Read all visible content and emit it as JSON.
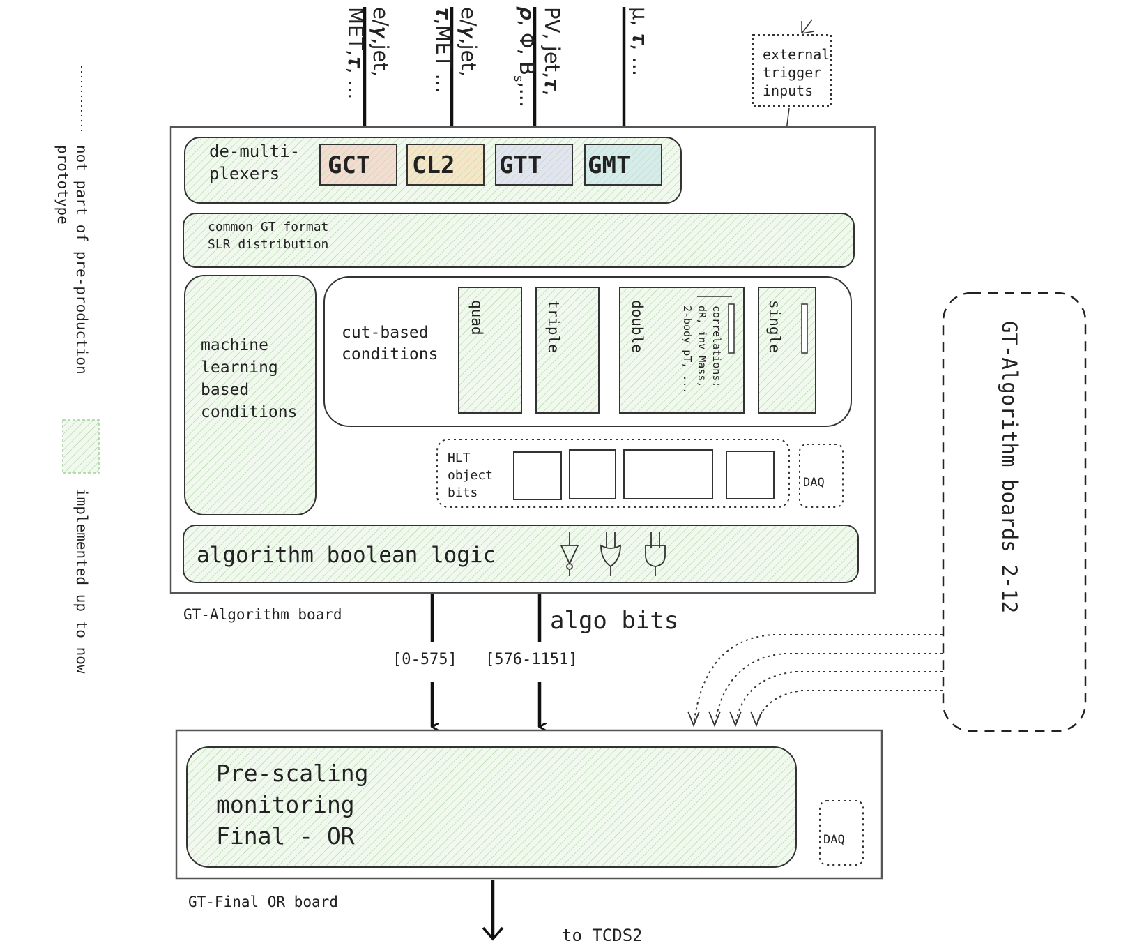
{
  "inputs": {
    "gct_line1": "e/𝜸,jet,",
    "gct_line2": "MET,𝝉, ...",
    "cl2_line1": "e/𝜸,jet,",
    "cl2_line2": "𝝉,MET ...",
    "gtt_line1": "PV, jet,𝝉,",
    "gtt_line2": "𝝆, Φ, B",
    "gtt_sub": "s",
    "gtt_tail": ",...",
    "gmt_line1": "μ, 𝝉, ..."
  },
  "external_trigger": {
    "line1": "external",
    "line2": "trigger",
    "line3": "inputs"
  },
  "legend": {
    "dotted_line1": "not part of pre-production",
    "dotted_line2": "prototype",
    "hatched_label": "implemented up to now"
  },
  "algo_board": {
    "label": "GT-Algorithm board",
    "demux_line1": "de-multi-",
    "demux_line2": "plexers",
    "chips": [
      "GCT",
      "CL2",
      "GTT",
      "GMT"
    ],
    "chip_colors": [
      "#f3dcd0",
      "#f5e6c8",
      "#e2e4f0",
      "#d6ecea"
    ],
    "common_line1": "common GT format",
    "common_line2": "SLR distribution",
    "ml_lines": [
      "machine",
      "learning",
      "based",
      "conditions"
    ],
    "cut_line1": "cut-based",
    "cut_line2": "conditions",
    "cond_quad": "quad",
    "cond_triple": "triple",
    "cond_double": "double",
    "cond_single": "single",
    "corr_line1": "correlations:",
    "corr_line2": "dR, inv Mass,",
    "corr_line3": "2-body pT, ...",
    "hlt_line1": "HLT",
    "hlt_line2": "object",
    "hlt_line3": "bits",
    "daq": "DAQ",
    "logic": "algorithm boolean logic"
  },
  "algo_bits": {
    "label": "algo bits",
    "range1": "[0-575]",
    "range2": "[576-1151]"
  },
  "boards_box": "GT-Algorithm boards 2-12",
  "final_board": {
    "label": "GT-Final OR board",
    "line1": "Pre-scaling",
    "line2": "monitoring",
    "line3": "Final - OR",
    "daq": "DAQ",
    "output": "to TCDS2"
  },
  "colors": {
    "hatch_fill": "#f1f8ee",
    "hatch_line": "#a6cf9c",
    "frame": "#555555",
    "ink": "#222222"
  }
}
